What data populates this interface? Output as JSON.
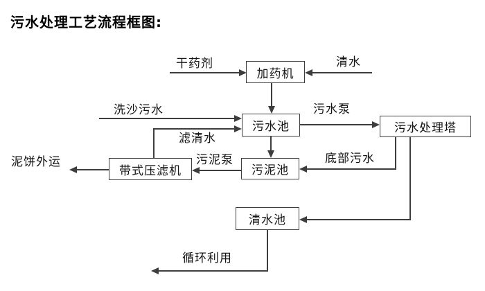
{
  "title": "污水处理工艺流程框图:",
  "nodes": {
    "dosing_machine": "加药机",
    "sewage_pool": "污水池",
    "treatment_tower": "污水处理塔",
    "belt_filter_press": "带式压滤机",
    "sludge_pool": "污泥池",
    "clean_water_pool": "清水池"
  },
  "labels": {
    "dry_chemical": "干药剂",
    "clean_water": "清水",
    "sand_washing_sewage": "洗沙污水",
    "sewage_pump": "污水泵",
    "filtered_water": "滤清水",
    "sludge_pump": "污泥泵",
    "bottom_sewage": "底部污水",
    "mud_cake_shipment": "泥饼外运",
    "recycling": "循环利用"
  },
  "edges": [
    {
      "from": "干药剂",
      "to": "加药机",
      "label": ""
    },
    {
      "from": "清水",
      "to": "加药机",
      "label": ""
    },
    {
      "from": "加药机",
      "to": "污水池",
      "label": ""
    },
    {
      "from": "洗沙污水",
      "to": "污水池",
      "label": ""
    },
    {
      "from": "带式压滤机",
      "to": "污水池",
      "label": "滤清水"
    },
    {
      "from": "污水池",
      "to": "污水处理塔",
      "label": "污水泵"
    },
    {
      "from": "污水池",
      "to": "污泥池",
      "label": ""
    },
    {
      "from": "污水处理塔",
      "to": "污泥池",
      "label": "底部污水"
    },
    {
      "from": "污泥池",
      "to": "带式压滤机",
      "label": "污泥泵"
    },
    {
      "from": "带式压滤机",
      "to": "泥饼外运",
      "label": ""
    },
    {
      "from": "污水处理塔",
      "to": "清水池",
      "label": ""
    },
    {
      "from": "清水池",
      "to": "循环利用",
      "label": ""
    }
  ],
  "colors": {
    "background": "#ffffff",
    "line": "#3d3d3d",
    "box_border": "#3d3d3d",
    "text": "#141414"
  }
}
